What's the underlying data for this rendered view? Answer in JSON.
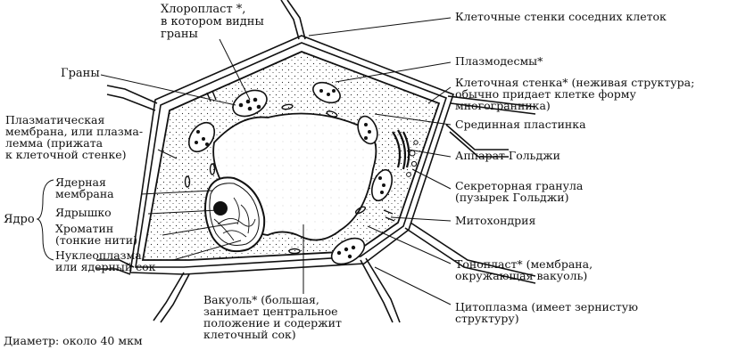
{
  "labels": {
    "chloroplast": "Хлоропласт *,\nв котором видны\nграны",
    "grana": "Граны",
    "plasma_membrane": "Плазматическая\nмембрана, или плазма-\nлемма (прижата\nк клеточной стенке)",
    "nuclear_membrane": "Ядерная\nмембрана",
    "nucleolus": "Ядрышко",
    "nucleus": "Ядро",
    "chromatin": "Хроматин\n(тонкие нити)",
    "nucleoplasm": "Нуклеоплазма,\nили ядерный сок",
    "diameter": "Диаметр: около 40 мкм",
    "vacuole": "Вакуоль* (большая,\nзанимает центральное\nположение и содержит\nклеточный сок)",
    "neighbor_walls": "Клеточные стенки соседних клеток",
    "plasmodesmata": "Плазмодесмы*",
    "cell_wall": "Клеточная стенка* (неживая структура;\nобычно придает клетке форму\nмногогранника)",
    "middle_lamella": "Срединная пластинка",
    "golgi": "Аппарат Гольджи",
    "secretory_granule": "Секреторная гранула\n(пузырек Гольджи)",
    "mitochondrion": "Митохондрия",
    "tonoplast": "Тонопласт* (мембрана,\nокружающая вакуоль)",
    "cytoplasm": "Цитоплазма (имеет зернистую\nструктуру)"
  },
  "colors": {
    "ink": "#111111",
    "paper": "#ffffff"
  }
}
